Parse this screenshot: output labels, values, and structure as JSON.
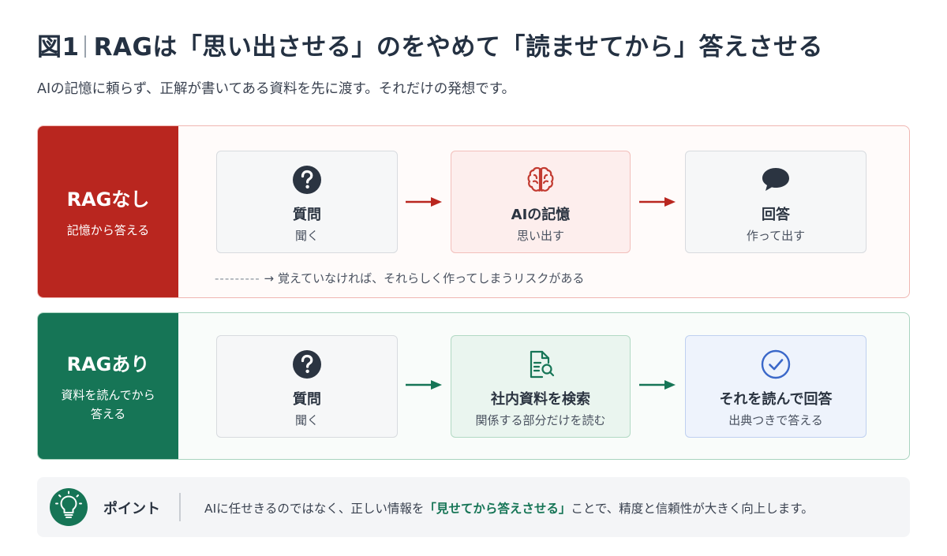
{
  "header": {
    "fig": "図1",
    "title": "RAGは「思い出させる」のをやめて「読ませてから」答えさせる",
    "subtitle": "AIの記憶に頼らず、正解が書いてある資料を先に渡す。それだけの発想です。"
  },
  "colors": {
    "red": "#b9261f",
    "green": "#167556",
    "blue": "#3b68c9",
    "dark": "#2b3441"
  },
  "without_rag": {
    "title": "RAGなし",
    "subtitle": "記憶から答える",
    "steps": [
      {
        "icon": "question-icon",
        "title": "質問",
        "sub": "聞く"
      },
      {
        "icon": "brain-icon",
        "title": "AIの記憶",
        "sub": "思い出す"
      },
      {
        "icon": "speech-bubble-icon",
        "title": "回答",
        "sub": "作って出す"
      }
    ],
    "note_dash": "---------",
    "note": "→ 覚えていなければ、それらしく作ってしまうリスクがある"
  },
  "with_rag": {
    "title": "RAGあり",
    "subtitle_line1": "資料を読んでから",
    "subtitle_line2": "答える",
    "steps": [
      {
        "icon": "question-icon",
        "title": "質問",
        "sub": "聞く"
      },
      {
        "icon": "document-search-icon",
        "title": "社内資料を検索",
        "sub": "関係する部分だけを読む"
      },
      {
        "icon": "check-circle-icon",
        "title": "それを読んで回答",
        "sub": "出典つきで答える"
      }
    ]
  },
  "point": {
    "label": "ポイント",
    "text_before": "AIに任せきるのではなく、正しい情報を",
    "text_emphasis": "「見せてから答えさせる」",
    "text_after": "ことで、精度と信頼性が大きく向上します。"
  }
}
